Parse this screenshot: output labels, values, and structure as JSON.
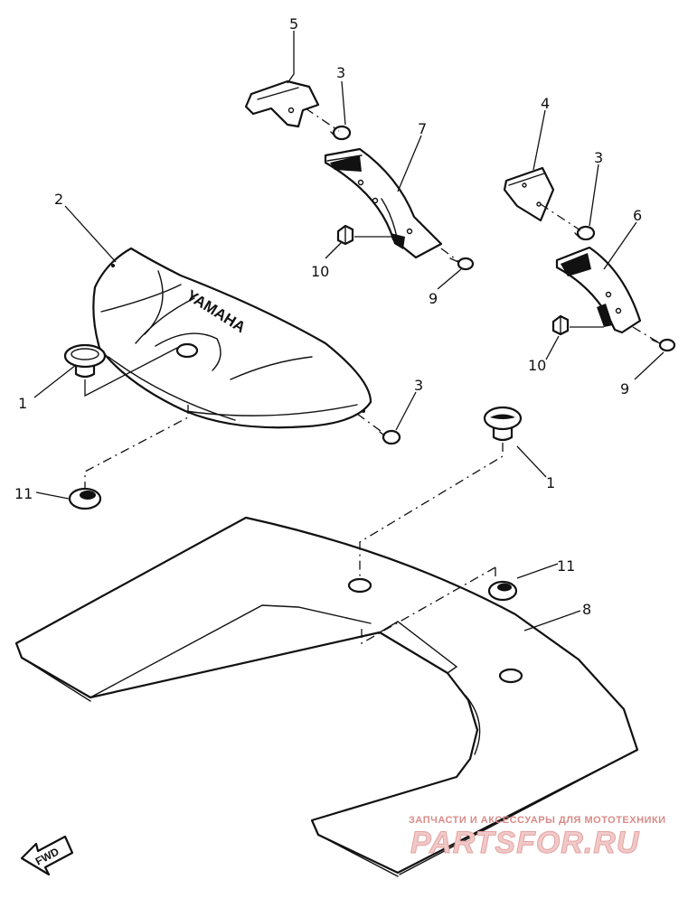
{
  "callouts": {
    "c1a": "1",
    "c1b": "1",
    "c2": "2",
    "c3a": "3",
    "c3b": "3",
    "c3c": "3",
    "c4": "4",
    "c5": "5",
    "c6": "6",
    "c7": "7",
    "c8": "8",
    "c9a": "9",
    "c9b": "9",
    "c10a": "10",
    "c10b": "10",
    "c11a": "11",
    "c11b": "11"
  },
  "cowl_brand": "YAMAHA",
  "fwd_label": "FWD",
  "watermark": {
    "tagline": "ЗАПЧАСТИ И АКСЕССУАРЫ ДЛЯ МОТОТЕХНИКИ",
    "site": "PARTSFOR.RU"
  }
}
